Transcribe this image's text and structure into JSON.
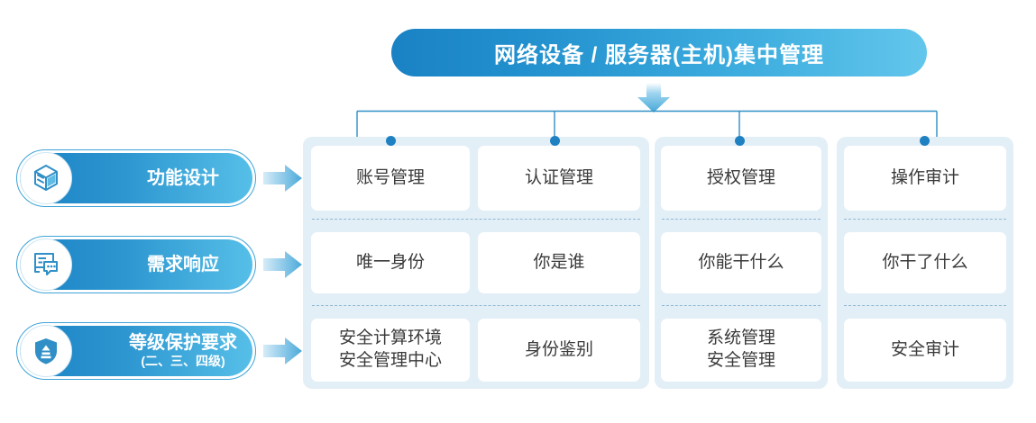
{
  "title": {
    "text": "网络设备 / 服务器(主机)集中管理"
  },
  "colors": {
    "brand_blue": "#1a82c4",
    "light_blue": "#63c6ec",
    "panel_bg": "#e3eff7",
    "dot": "#1f81c2",
    "card_text": "#3a3a3a"
  },
  "rows": [
    {
      "icon": "cube-icon",
      "label": "功能设计",
      "sublabel": "",
      "cells": [
        {
          "line1": "账号管理",
          "line2": ""
        },
        {
          "line1": "认证管理",
          "line2": ""
        },
        {
          "line1": "授权管理",
          "line2": ""
        },
        {
          "line1": "操作审计",
          "line2": ""
        }
      ]
    },
    {
      "icon": "document-chat-icon",
      "label": "需求响应",
      "sublabel": "",
      "cells": [
        {
          "line1": "唯一身份",
          "line2": ""
        },
        {
          "line1": "你是谁",
          "line2": ""
        },
        {
          "line1": "你能干什么",
          "line2": ""
        },
        {
          "line1": "你干了什么",
          "line2": ""
        }
      ]
    },
    {
      "icon": "shield-icon",
      "label": "等级保护要求",
      "sublabel": "(二、三、四级)",
      "cells": [
        {
          "line1": "安全计算环境",
          "line2": "安全管理中心"
        },
        {
          "line1": "身份鉴别",
          "line2": ""
        },
        {
          "line1": "系统管理",
          "line2": "安全管理"
        },
        {
          "line1": "安全审计",
          "line2": ""
        }
      ]
    }
  ]
}
